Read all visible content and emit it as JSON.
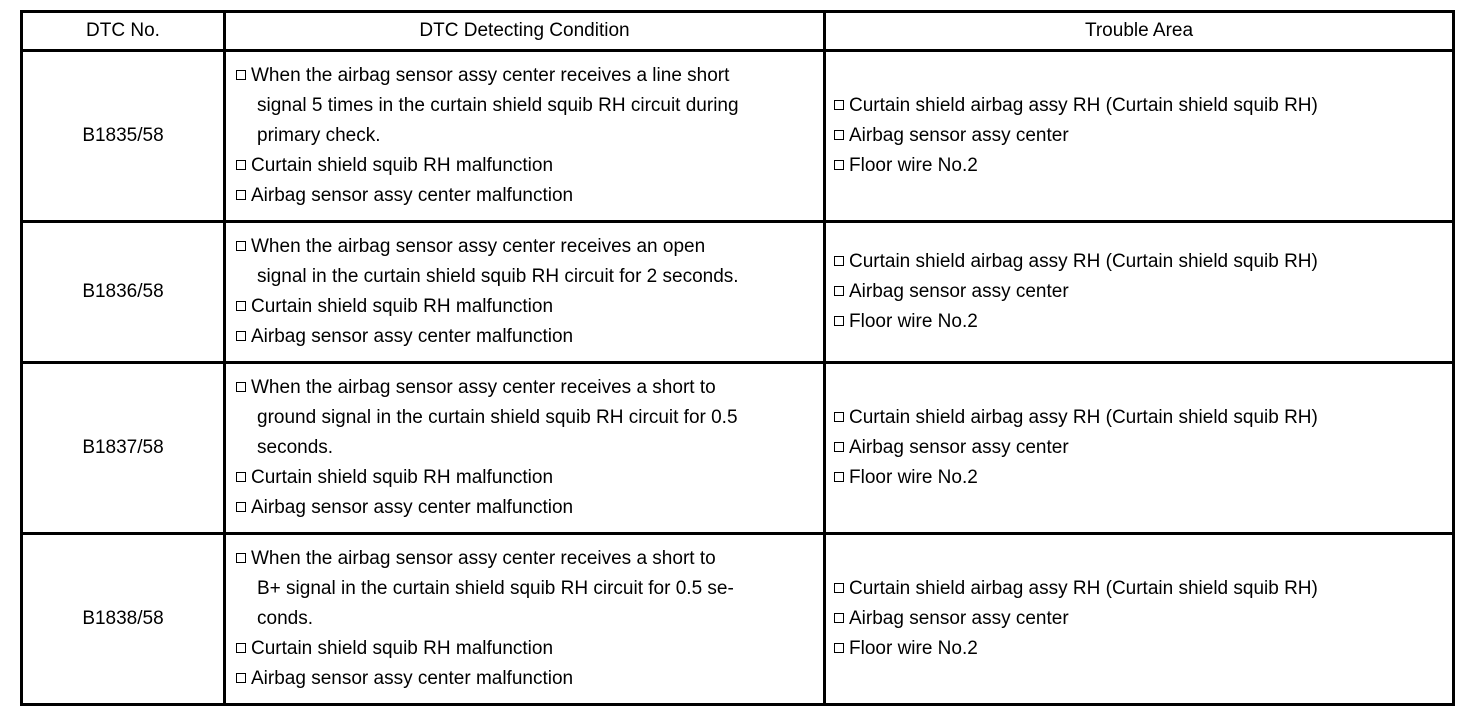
{
  "table": {
    "columns": [
      {
        "key": "dtc_no",
        "header": "DTC No."
      },
      {
        "key": "cond",
        "header": "DTC Detecting Condition"
      },
      {
        "key": "trouble",
        "header": "Trouble Area"
      }
    ],
    "bullet_glyph": "square-outline",
    "rows": [
      {
        "dtc_no": "B1835/58",
        "condition_items": [
          {
            "lines": [
              "When the airbag sensor assy center receives a line short",
              "signal 5 times in the curtain shield squib RH circuit during",
              "primary check."
            ]
          },
          {
            "lines": [
              "Curtain shield squib RH malfunction"
            ]
          },
          {
            "lines": [
              "Airbag sensor assy center malfunction"
            ]
          }
        ],
        "trouble_items": [
          {
            "lines": [
              "Curtain shield airbag assy RH (Curtain shield squib RH)"
            ]
          },
          {
            "lines": [
              "Airbag sensor assy center"
            ]
          },
          {
            "lines": [
              "Floor wire No.2"
            ]
          }
        ]
      },
      {
        "dtc_no": "B1836/58",
        "condition_items": [
          {
            "lines": [
              "When the airbag sensor assy center receives an open",
              "signal in the curtain shield squib RH circuit for 2 seconds."
            ]
          },
          {
            "lines": [
              "Curtain shield squib RH malfunction"
            ]
          },
          {
            "lines": [
              "Airbag sensor assy center malfunction"
            ]
          }
        ],
        "trouble_items": [
          {
            "lines": [
              "Curtain shield airbag assy RH (Curtain shield squib RH)"
            ]
          },
          {
            "lines": [
              "Airbag sensor assy center"
            ]
          },
          {
            "lines": [
              "Floor wire No.2"
            ]
          }
        ]
      },
      {
        "dtc_no": "B1837/58",
        "condition_items": [
          {
            "lines": [
              "When the airbag sensor assy center receives a short to",
              "ground signal in the curtain shield squib RH circuit for 0.5",
              "seconds."
            ]
          },
          {
            "lines": [
              "Curtain shield squib RH malfunction"
            ]
          },
          {
            "lines": [
              "Airbag sensor assy center malfunction"
            ]
          }
        ],
        "trouble_items": [
          {
            "lines": [
              "Curtain shield airbag assy RH (Curtain shield squib RH)"
            ]
          },
          {
            "lines": [
              "Airbag sensor assy center"
            ]
          },
          {
            "lines": [
              "Floor wire No.2"
            ]
          }
        ]
      },
      {
        "dtc_no": "B1838/58",
        "condition_items": [
          {
            "lines": [
              "When the airbag sensor assy center receives a short to",
              "B+ signal in the curtain shield squib RH circuit for 0.5 se-",
              "conds."
            ]
          },
          {
            "lines": [
              "Curtain shield squib RH malfunction"
            ]
          },
          {
            "lines": [
              "Airbag sensor assy center malfunction"
            ]
          }
        ],
        "trouble_items": [
          {
            "lines": [
              "Curtain shield airbag assy RH (Curtain shield squib RH)"
            ]
          },
          {
            "lines": [
              "Airbag sensor assy center"
            ]
          },
          {
            "lines": [
              "Floor wire No.2"
            ]
          }
        ]
      }
    ]
  }
}
